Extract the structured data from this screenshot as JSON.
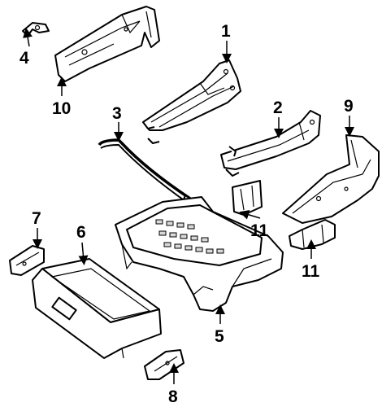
{
  "callouts": {
    "c1": "1",
    "c2": "2",
    "c3": "3",
    "c4": "4",
    "c5": "5",
    "c6": "6",
    "c7": "7",
    "c8": "8",
    "c9": "9",
    "c10": "10",
    "c11a": "11",
    "c11b": "11"
  },
  "colors": {
    "line": "#000000",
    "background": "#ffffff"
  }
}
